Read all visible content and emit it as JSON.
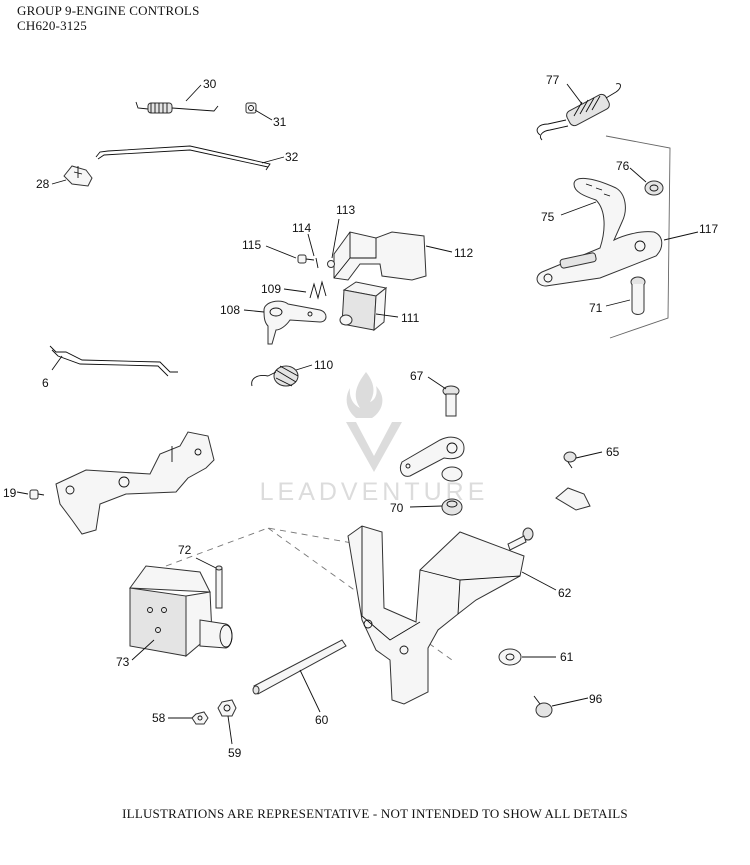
{
  "header": {
    "title": "GROUP 9-ENGINE CONTROLS",
    "model": "CH620-3125"
  },
  "watermark": "LEADVENTURE",
  "footer": "ILLUSTRATIONS ARE REPRESENTATIVE - NOT INTENDED TO SHOW ALL DETAILS",
  "callouts": [
    {
      "id": "30",
      "label": "30"
    },
    {
      "id": "31",
      "label": "31"
    },
    {
      "id": "32",
      "label": "32"
    },
    {
      "id": "28",
      "label": "28"
    },
    {
      "id": "77",
      "label": "77"
    },
    {
      "id": "76",
      "label": "76"
    },
    {
      "id": "75",
      "label": "75"
    },
    {
      "id": "117",
      "label": "117"
    },
    {
      "id": "71",
      "label": "71"
    },
    {
      "id": "113",
      "label": "113"
    },
    {
      "id": "114",
      "label": "114"
    },
    {
      "id": "115",
      "label": "115"
    },
    {
      "id": "112",
      "label": "112"
    },
    {
      "id": "109",
      "label": "109"
    },
    {
      "id": "108",
      "label": "108"
    },
    {
      "id": "111",
      "label": "111"
    },
    {
      "id": "110",
      "label": "110"
    },
    {
      "id": "6",
      "label": "6"
    },
    {
      "id": "67",
      "label": "67"
    },
    {
      "id": "65",
      "label": "65"
    },
    {
      "id": "19",
      "label": "19"
    },
    {
      "id": "70",
      "label": "70"
    },
    {
      "id": "72",
      "label": "72"
    },
    {
      "id": "62",
      "label": "62"
    },
    {
      "id": "73",
      "label": "73"
    },
    {
      "id": "61",
      "label": "61"
    },
    {
      "id": "96",
      "label": "96"
    },
    {
      "id": "60",
      "label": "60"
    },
    {
      "id": "58",
      "label": "58"
    },
    {
      "id": "59",
      "label": "59"
    }
  ]
}
